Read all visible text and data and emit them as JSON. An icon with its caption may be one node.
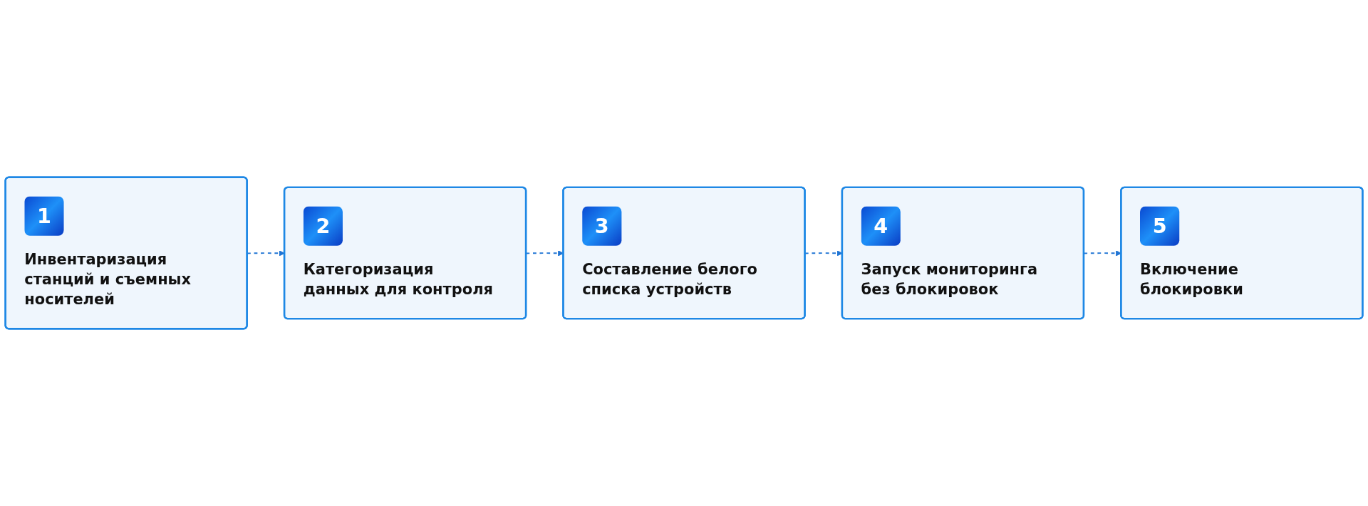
{
  "diagram": {
    "nodes": [
      {
        "text": [
          "1",
          "Инвентаризация станций и съемных носителей"
        ]
      },
      {
        "text": [
          "2",
          "Категоризация данных для контроля"
        ]
      },
      {
        "text": [
          "3",
          "Составление белого списка устройств"
        ]
      },
      {
        "text": [
          "4",
          "Запуск мониторинга без блокировок"
        ]
      },
      {
        "text": [
          "5",
          "Включение блокировки"
        ]
      }
    ],
    "edges": [
      {
        "from": 0,
        "to": 1,
        "arrow": "to",
        "style": "dashed"
      },
      {
        "from": 1,
        "to": 2,
        "arrow": "to",
        "style": "dashed"
      },
      {
        "from": 2,
        "to": 3,
        "arrow": "to",
        "style": "dashed"
      },
      {
        "from": 3,
        "to": 4,
        "arrow": "to",
        "style": "dashed"
      }
    ]
  }
}
